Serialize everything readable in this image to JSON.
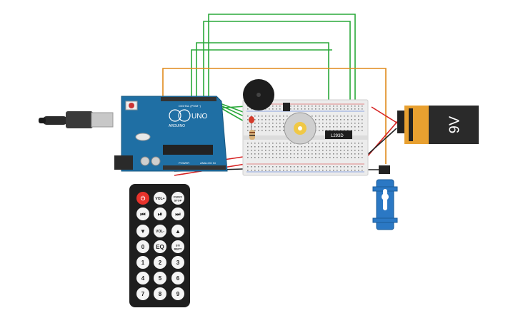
{
  "arduino": {
    "brand": "UNO",
    "model": "ARDUINO",
    "power_label": "POWER",
    "analog_label": "ANALOG IN",
    "digital_label": "DIGITAL (PWM~)"
  },
  "driver_chip": {
    "label": "L293D"
  },
  "battery": {
    "label": "9V"
  },
  "remote": {
    "buttons": [
      {
        "id": "power",
        "label": "",
        "icon": "power-icon",
        "color": "#e8322b"
      },
      {
        "id": "volup",
        "label": "VOL+"
      },
      {
        "id": "funcstop",
        "label": "FUNC/\nSTOP"
      },
      {
        "id": "prev",
        "label": "",
        "icon": "skip-back-icon"
      },
      {
        "id": "play",
        "label": "",
        "icon": "play-pause-icon"
      },
      {
        "id": "next",
        "label": "",
        "icon": "skip-forward-icon"
      },
      {
        "id": "down",
        "label": "",
        "icon": "arrow-down-icon"
      },
      {
        "id": "voldown",
        "label": "VOL-"
      },
      {
        "id": "up",
        "label": "",
        "icon": "arrow-up-icon"
      },
      {
        "id": "n0",
        "label": "0"
      },
      {
        "id": "eq",
        "label": "EQ"
      },
      {
        "id": "strept",
        "label": "ST/\nREPT"
      },
      {
        "id": "n1",
        "label": "1"
      },
      {
        "id": "n2",
        "label": "2"
      },
      {
        "id": "n3",
        "label": "3"
      },
      {
        "id": "n4",
        "label": "4"
      },
      {
        "id": "n5",
        "label": "5"
      },
      {
        "id": "n6",
        "label": "6"
      },
      {
        "id": "n7",
        "label": "7"
      },
      {
        "id": "n8",
        "label": "8"
      },
      {
        "id": "n9",
        "label": "9"
      }
    ]
  },
  "colors": {
    "arduino_board": "#1f6fa4",
    "breadboard": "#e9e9e9",
    "wire_green": "#2aa83a",
    "wire_orange": "#e08a1c",
    "wire_red": "#d62222",
    "wire_black": "#222222",
    "servo": "#2b78c4",
    "battery_body": "#2a2a2a",
    "battery_cap": "#e8a030",
    "remote_body": "#1e1e1e"
  }
}
